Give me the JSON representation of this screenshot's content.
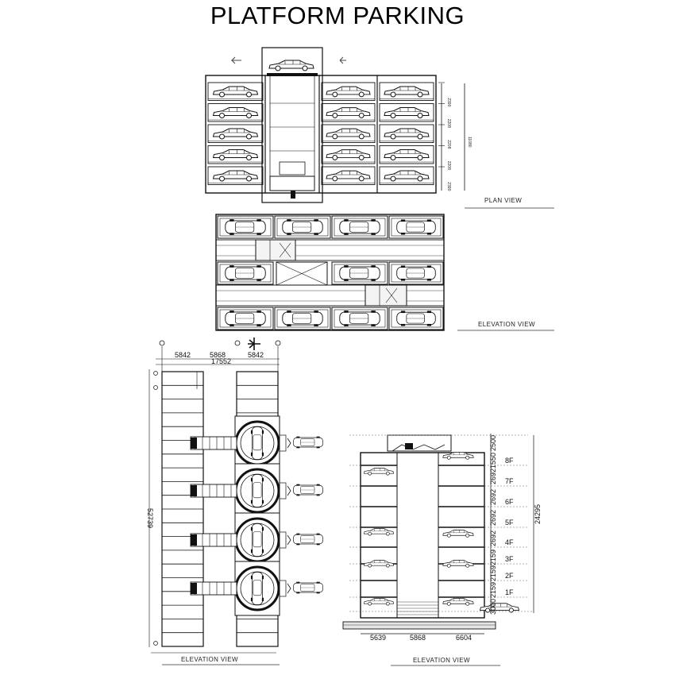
{
  "title": "PLATFORM PARKING",
  "captions": {
    "plan_view": "PLAN VIEW",
    "elevation_view_1": "ELEVATION VIEW",
    "elevation_view_2": "ELEVATION VIEW",
    "elevation_view_3": "ELEVATION VIEW"
  },
  "plan_dims": [
    "2390",
    "2208",
    "2208",
    "2208",
    "2390"
  ],
  "plan_total": "11080",
  "left_dims": {
    "top": [
      "5842",
      "5868",
      "5842"
    ],
    "overall": "17552",
    "height": "52739"
  },
  "right_dims": {
    "bottom": [
      "5639",
      "5868",
      "6604"
    ],
    "height": "24295",
    "levels": [
      "2500",
      "1550",
      "2692",
      "2692",
      "2692",
      "2692",
      "2159",
      "2159",
      "2159",
      "3000"
    ],
    "floors": [
      "8F",
      "7F",
      "6F",
      "5F",
      "4F",
      "3F",
      "2F",
      "1F"
    ]
  }
}
